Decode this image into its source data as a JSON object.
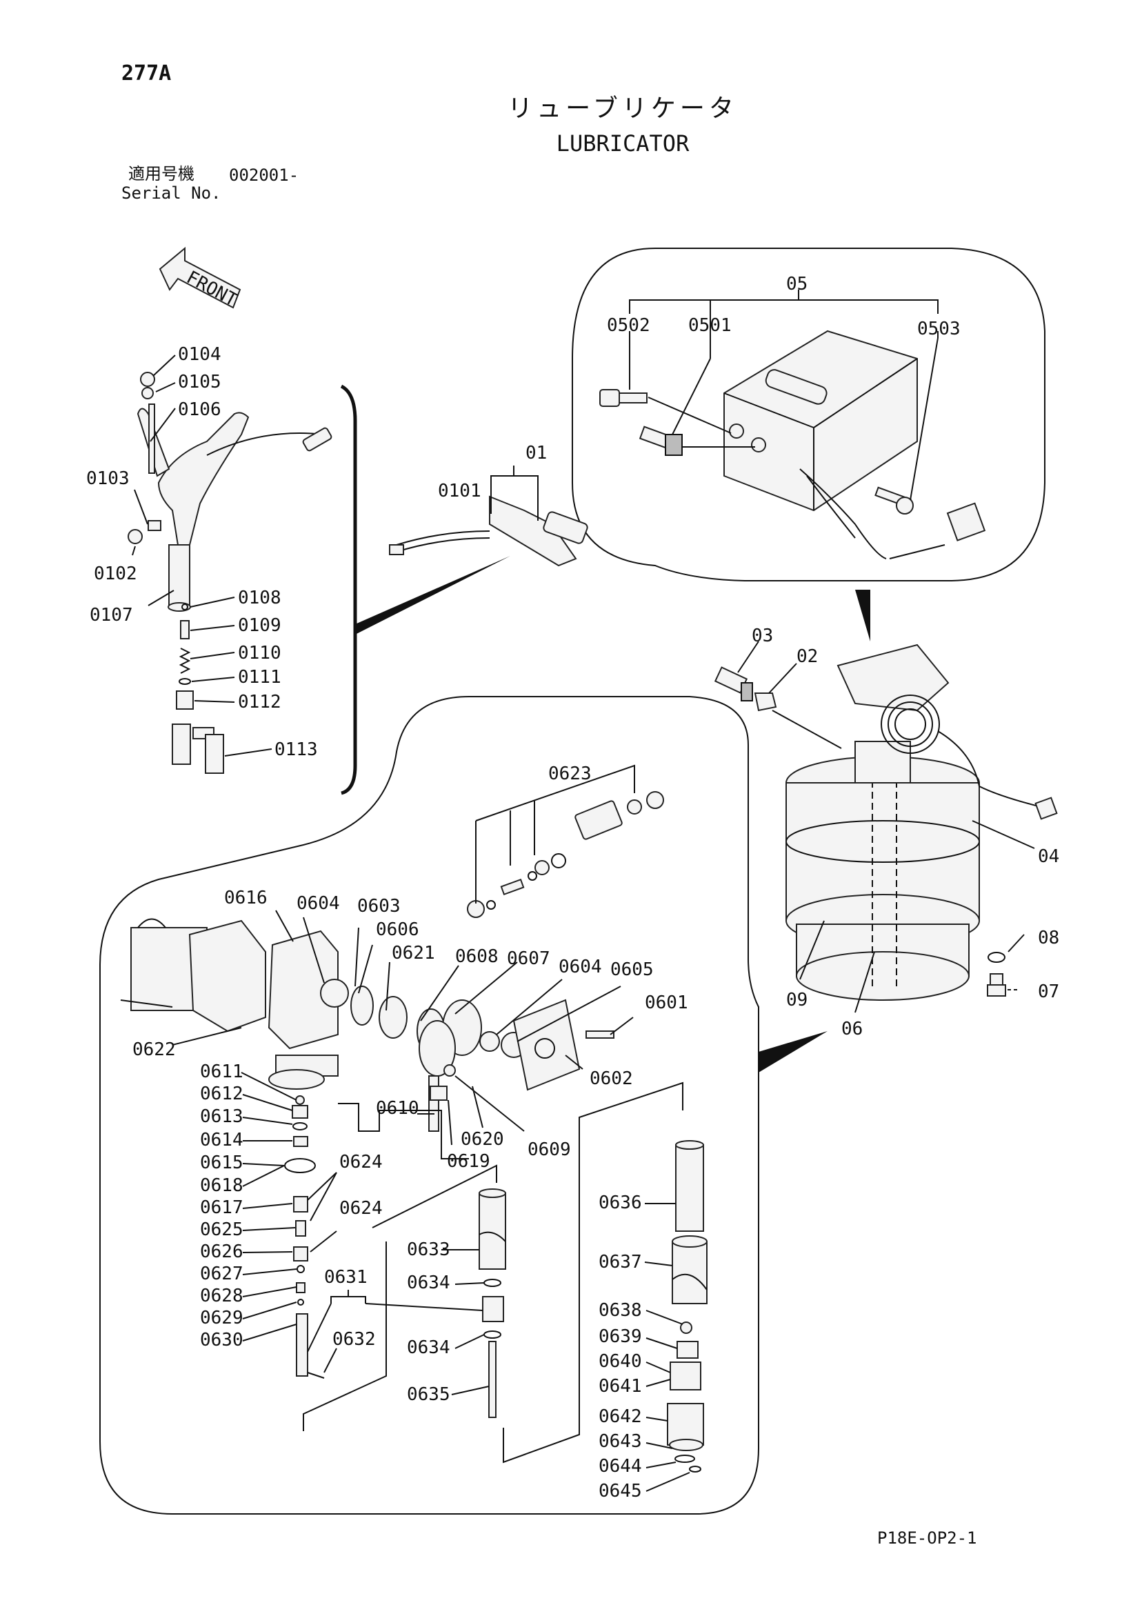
{
  "header": {
    "page_code": "277A",
    "title_ja": "リューブリケータ",
    "title_en": "LUBRICATOR",
    "serial_label_ja": "適用号機",
    "serial_value": "002001-",
    "serial_label_en": "Serial No."
  },
  "front_arrow": "FRONT",
  "footer_code": "P18E-OP2-1",
  "part_labels": {
    "p01": "01",
    "p0101": "0101",
    "p0102": "0102",
    "p0103": "0103",
    "p0104": "0104",
    "p0105": "0105",
    "p0106": "0106",
    "p0107": "0107",
    "p0108": "0108",
    "p0109": "0109",
    "p0110": "0110",
    "p0111": "0111",
    "p0112": "0112",
    "p0113": "0113",
    "p02": "02",
    "p03": "03",
    "p04": "04",
    "p05": "05",
    "p0501": "0501",
    "p0502": "0502",
    "p0503": "0503",
    "p06": "06",
    "p07": "07",
    "p08": "08",
    "p09": "09",
    "p0601": "0601",
    "p0602": "0602",
    "p0603": "0603",
    "p0604a": "0604",
    "p0604b": "0604",
    "p0605": "0605",
    "p0606": "0606",
    "p0607": "0607",
    "p0608": "0608",
    "p0609": "0609",
    "p0610": "0610",
    "p0611": "0611",
    "p0612": "0612",
    "p0613": "0613",
    "p0614": "0614",
    "p0615": "0615",
    "p0616": "0616",
    "p0617": "0617",
    "p0618": "0618",
    "p0619": "0619",
    "p0620": "0620",
    "p0621": "0621",
    "p0622": "0622",
    "p0623": "0623",
    "p0624a": "0624",
    "p0624b": "0624",
    "p0625": "0625",
    "p0626": "0626",
    "p0627": "0627",
    "p0628": "0628",
    "p0629": "0629",
    "p0630": "0630",
    "p0631": "0631",
    "p0632": "0632",
    "p0633": "0633",
    "p0634a": "0634",
    "p0634b": "0634",
    "p0635": "0635",
    "p0636": "0636",
    "p0637": "0637",
    "p0638": "0638",
    "p0639": "0639",
    "p0640": "0640",
    "p0641": "0641",
    "p0642": "0642",
    "p0643": "0643",
    "p0644": "0644",
    "p0645": "0645"
  }
}
